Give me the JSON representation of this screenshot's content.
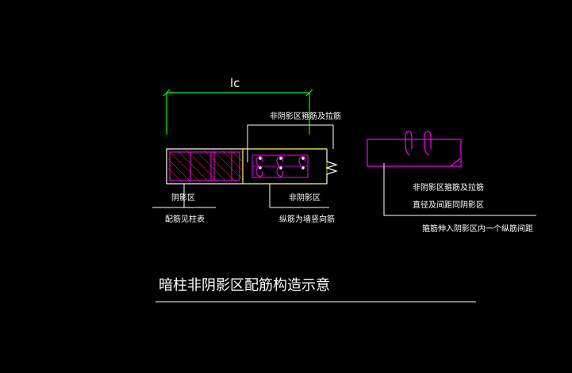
{
  "title": "暗柱非阴影区配筋构造示意",
  "dimension": {
    "label": "lc"
  },
  "labels": {
    "non_shadow_stirrups": "非阴影区箍筋及拉筋",
    "shadow_zone": "阴影区",
    "shadow_zone_rebar": "配筋见柱表",
    "non_shadow_zone": "非阴影区",
    "vertical_bars": "纵筋为墙竖向筋",
    "detail_line1": "非阴影区箍筋及拉筋",
    "detail_line2": "直径及间距同阴影区",
    "detail_line3": "箍筋伸入阴影区内一个纵筋间距"
  },
  "colors": {
    "background": "#000000",
    "outline": "#ffffff",
    "dimension": "#00ff00",
    "wall_outline": "#ffff00",
    "hatch": "#ff2d2d",
    "rebar": "#ff00ff",
    "text": "#ffffff"
  }
}
